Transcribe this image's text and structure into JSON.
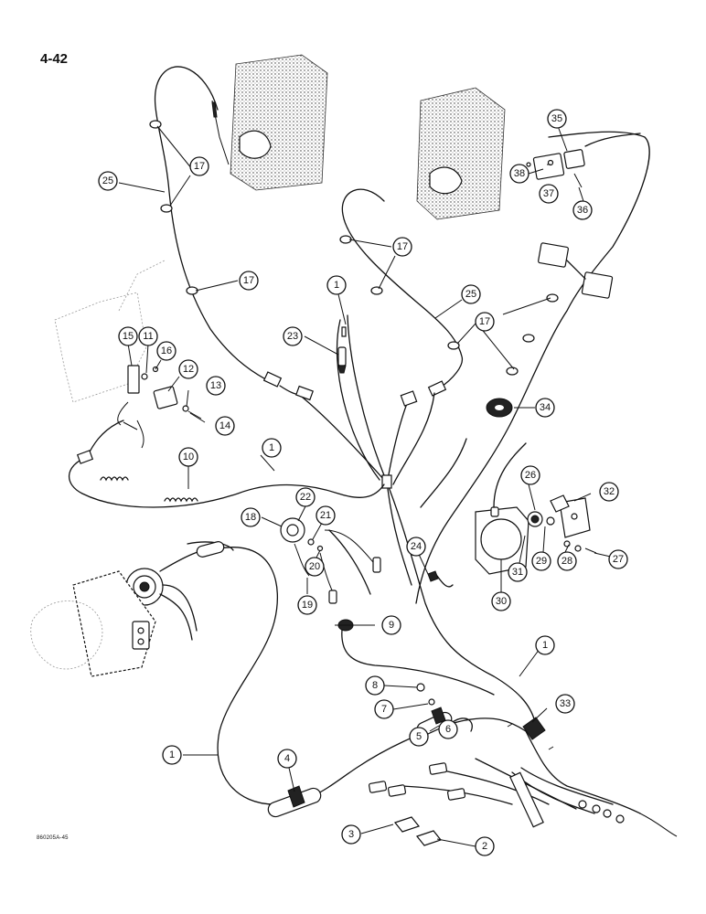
{
  "page_number": "4-42",
  "figure_id": "860205A-45",
  "callouts": [
    {
      "id": "c1a",
      "label": "1"
    },
    {
      "id": "c1b",
      "label": "1"
    },
    {
      "id": "c1c",
      "label": "1"
    },
    {
      "id": "c1d",
      "label": "1"
    },
    {
      "id": "c2",
      "label": "2"
    },
    {
      "id": "c3",
      "label": "3"
    },
    {
      "id": "c4",
      "label": "4"
    },
    {
      "id": "c5",
      "label": "5"
    },
    {
      "id": "c6",
      "label": "6"
    },
    {
      "id": "c7",
      "label": "7"
    },
    {
      "id": "c8",
      "label": "8"
    },
    {
      "id": "c9",
      "label": "9"
    },
    {
      "id": "c10",
      "label": "10"
    },
    {
      "id": "c11",
      "label": "11"
    },
    {
      "id": "c12",
      "label": "12"
    },
    {
      "id": "c13",
      "label": "13"
    },
    {
      "id": "c14",
      "label": "14"
    },
    {
      "id": "c15",
      "label": "15"
    },
    {
      "id": "c16",
      "label": "16"
    },
    {
      "id": "c17a",
      "label": "17"
    },
    {
      "id": "c17b",
      "label": "17"
    },
    {
      "id": "c17c",
      "label": "17"
    },
    {
      "id": "c17d",
      "label": "17"
    },
    {
      "id": "c18",
      "label": "18"
    },
    {
      "id": "c19",
      "label": "19"
    },
    {
      "id": "c20",
      "label": "20"
    },
    {
      "id": "c21",
      "label": "21"
    },
    {
      "id": "c22",
      "label": "22"
    },
    {
      "id": "c23",
      "label": "23"
    },
    {
      "id": "c24",
      "label": "24"
    },
    {
      "id": "c25a",
      "label": "25"
    },
    {
      "id": "c25b",
      "label": "25"
    },
    {
      "id": "c26",
      "label": "26"
    },
    {
      "id": "c27",
      "label": "27"
    },
    {
      "id": "c28",
      "label": "28"
    },
    {
      "id": "c29",
      "label": "29"
    },
    {
      "id": "c30",
      "label": "30"
    },
    {
      "id": "c31",
      "label": "31"
    },
    {
      "id": "c32",
      "label": "32"
    },
    {
      "id": "c33",
      "label": "33"
    },
    {
      "id": "c34",
      "label": "34"
    },
    {
      "id": "c35",
      "label": "35"
    },
    {
      "id": "c36",
      "label": "36"
    },
    {
      "id": "c37",
      "label": "37"
    },
    {
      "id": "c38",
      "label": "38"
    }
  ]
}
